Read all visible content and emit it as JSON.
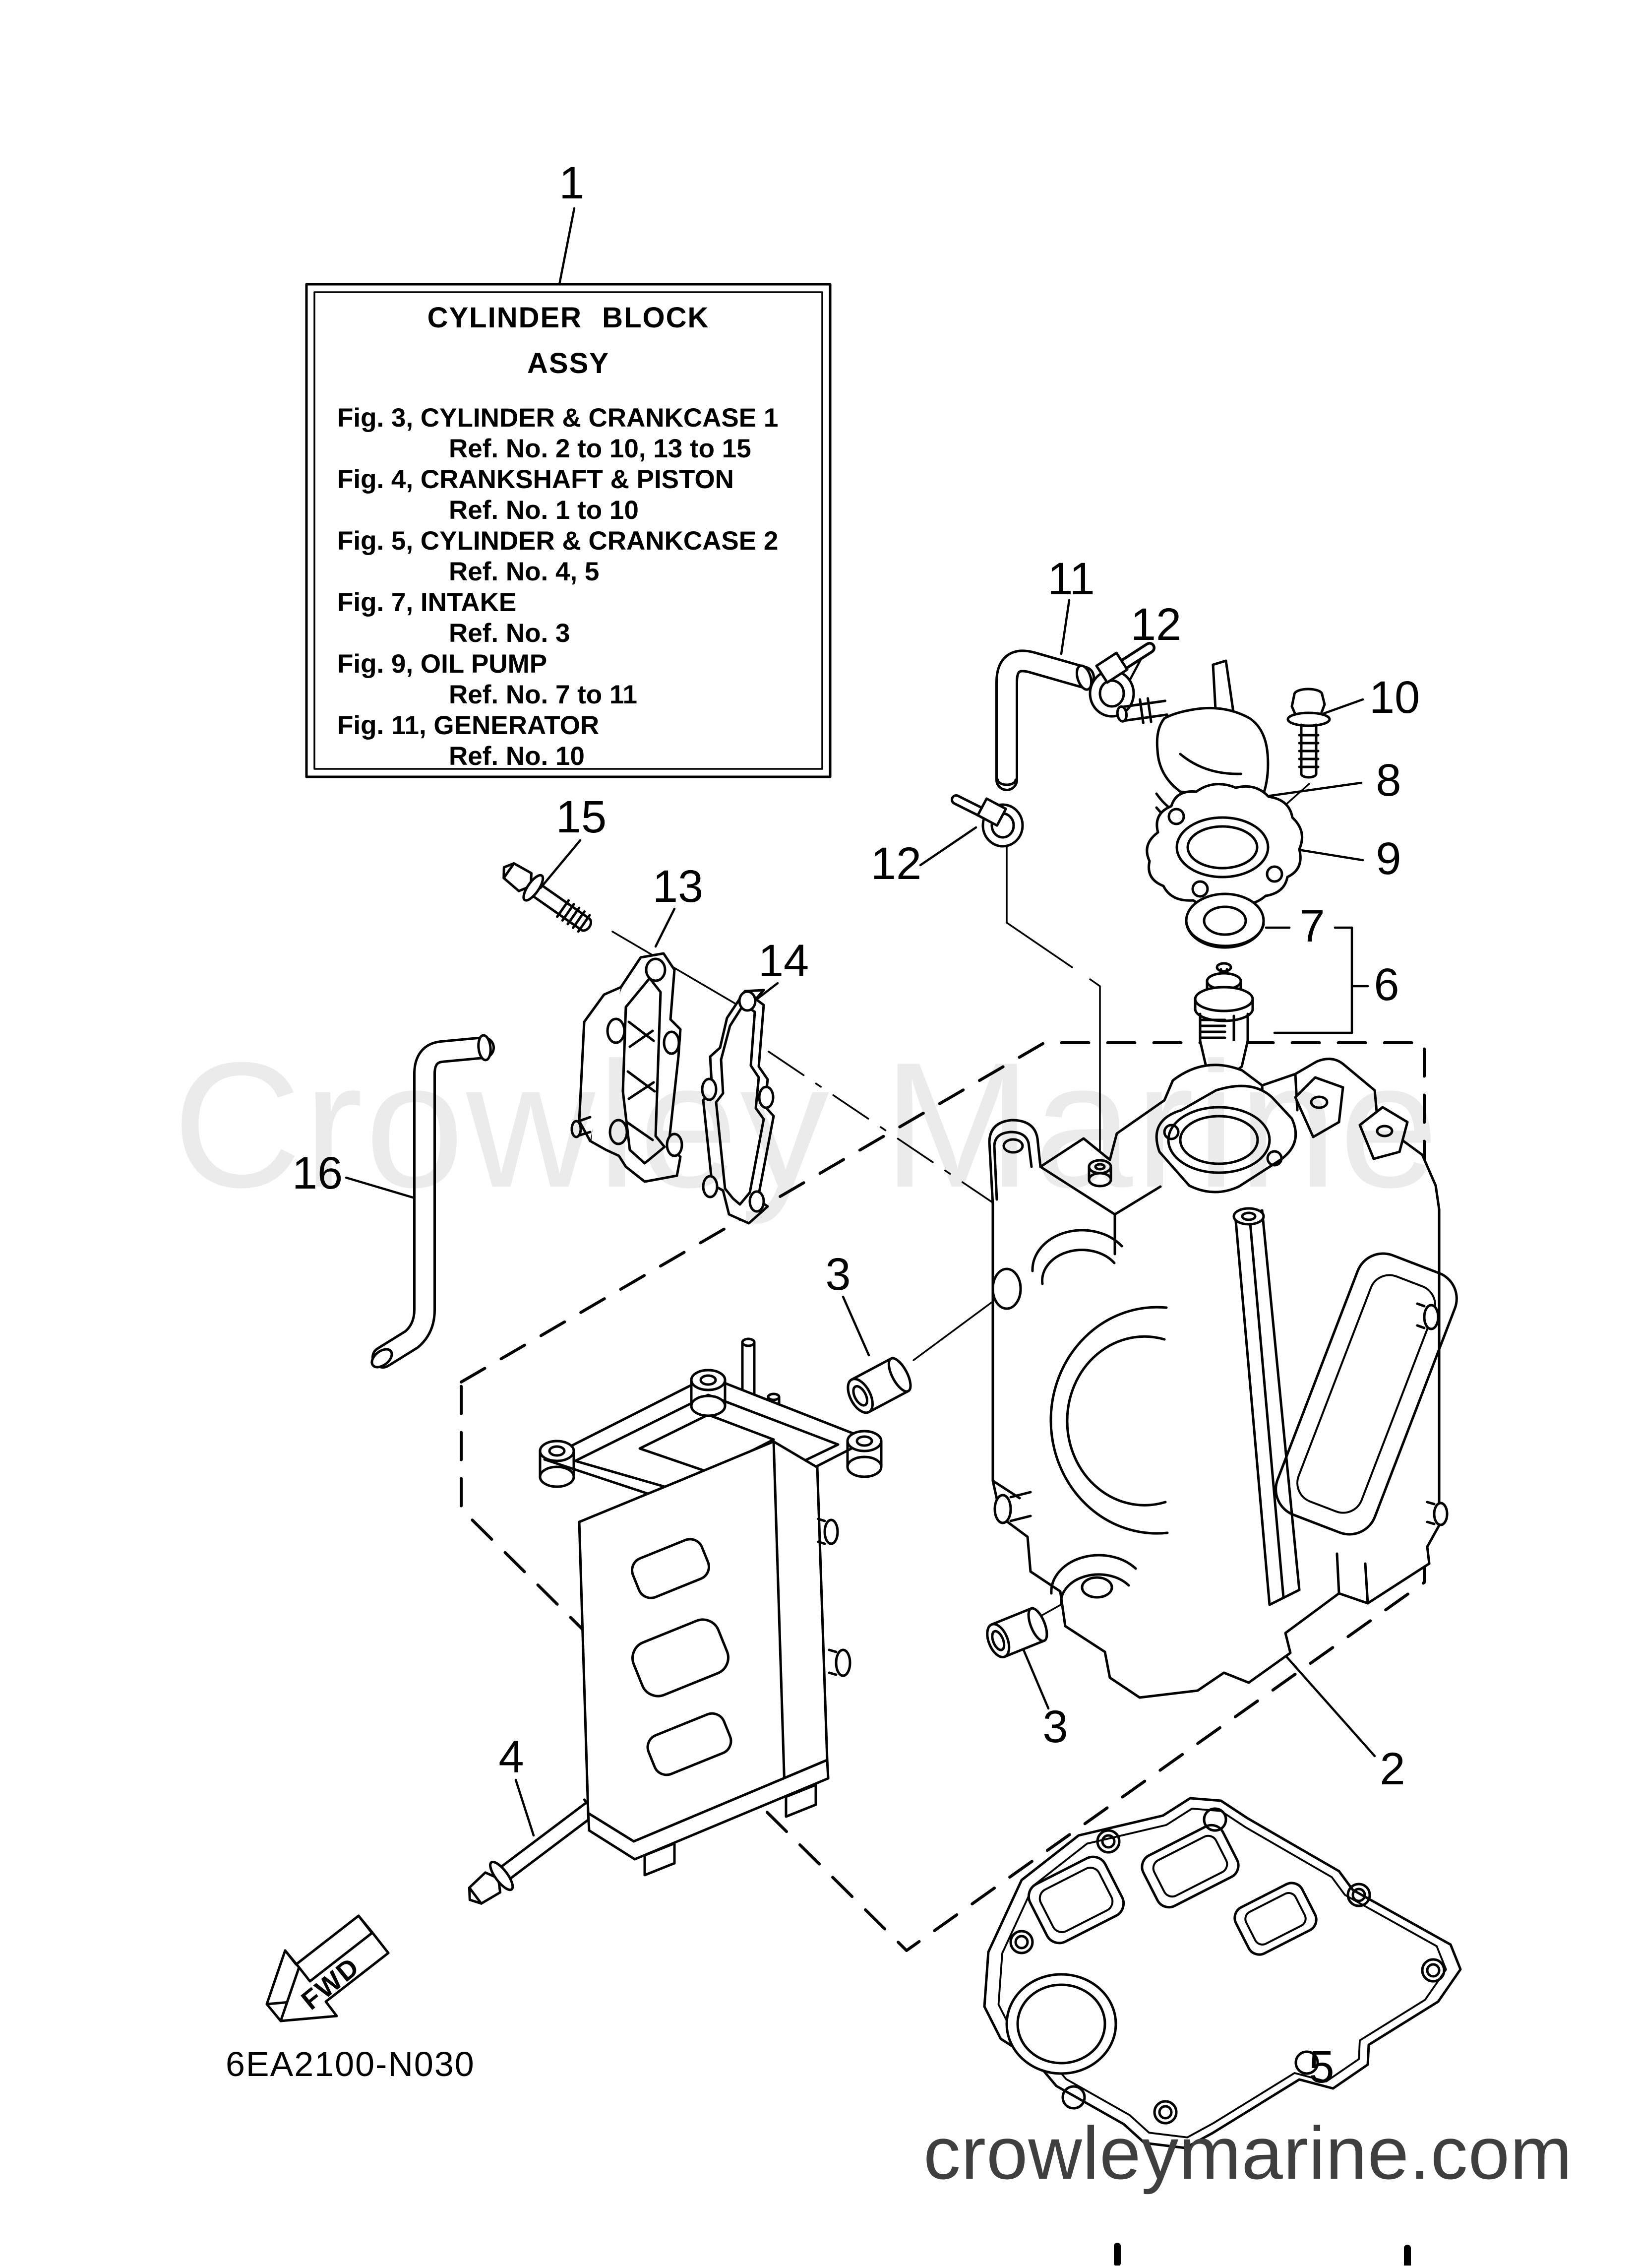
{
  "page": {
    "drawing_code": "6EA2100-N030",
    "website": "crowleymarine.com",
    "watermark": "Crowley Marine",
    "fwd_label": "FWD"
  },
  "info_box": {
    "title_line1": "CYLINDER BLOCK",
    "title_line2": "ASSY",
    "entries": [
      {
        "fig": "Fig. 3, CYLINDER & CRANKCASE 1",
        "ref": "Ref. No. 2 to 10, 13 to 15"
      },
      {
        "fig": "Fig. 4, CRANKSHAFT & PISTON",
        "ref": "Ref. No. 1 to 10"
      },
      {
        "fig": "Fig. 5, CYLINDER & CRANKCASE 2",
        "ref": "Ref. No. 4, 5"
      },
      {
        "fig": "Fig. 7, INTAKE",
        "ref": "Ref. No. 3"
      },
      {
        "fig": "Fig. 9, OIL PUMP",
        "ref": "Ref. No. 7 to 11"
      },
      {
        "fig": "Fig. 11, GENERATOR",
        "ref": "Ref. No. 10"
      }
    ]
  },
  "callouts": [
    {
      "label": "1"
    },
    {
      "label": "11"
    },
    {
      "label": "12"
    },
    {
      "label": "10"
    },
    {
      "label": "8"
    },
    {
      "label": "9"
    },
    {
      "label": "7"
    },
    {
      "label": "6"
    },
    {
      "label": "15"
    },
    {
      "label": "13"
    },
    {
      "label": "14"
    },
    {
      "label": "12"
    },
    {
      "label": "16"
    },
    {
      "label": "3"
    },
    {
      "label": "3"
    },
    {
      "label": "4"
    },
    {
      "label": "2"
    },
    {
      "label": "5"
    }
  ]
}
